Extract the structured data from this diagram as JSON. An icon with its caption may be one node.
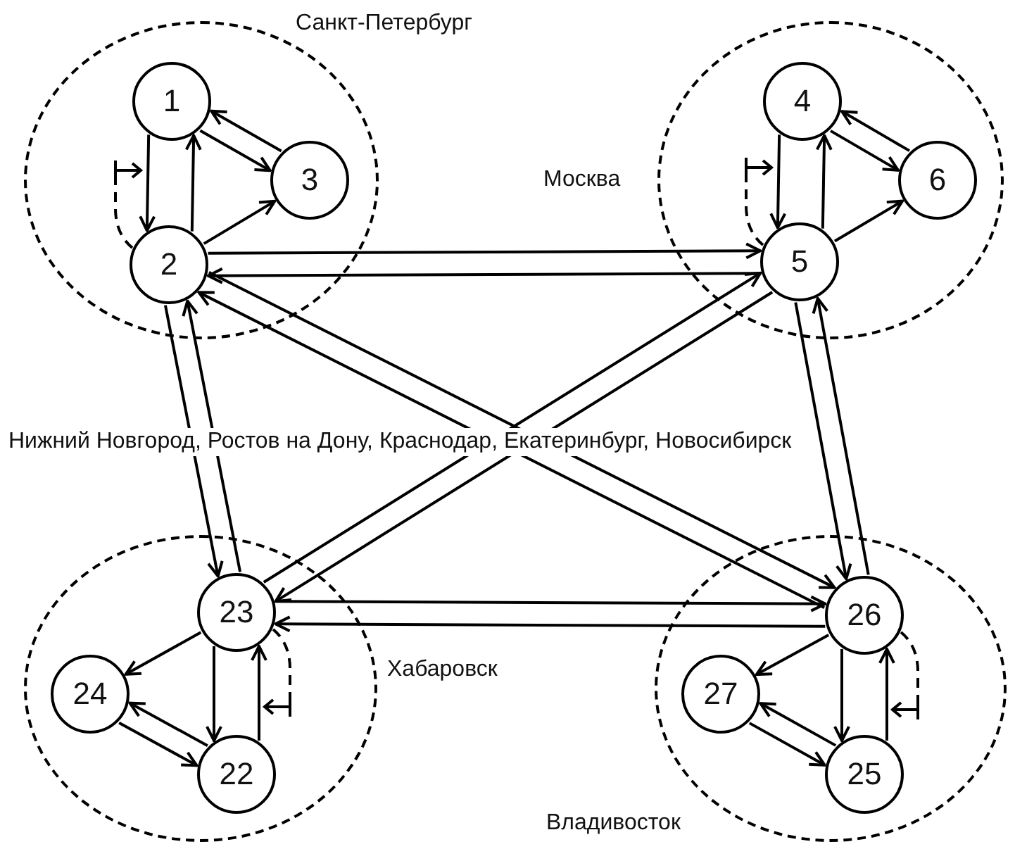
{
  "diagram": {
    "nodes": [
      {
        "text": [
          "Санкт-Петербург"
        ]
      },
      {
        "text": [
          "1"
        ],
        "in": 0
      },
      {
        "text": [
          "2"
        ],
        "in": 0
      },
      {
        "text": [
          "3"
        ],
        "in": 0
      },
      {
        "text": [
          "Москва"
        ]
      },
      {
        "text": [
          "4"
        ],
        "in": 4
      },
      {
        "text": [
          "5"
        ],
        "in": 4
      },
      {
        "text": [
          "6"
        ],
        "in": 4
      },
      {
        "text": [
          "Хабаровск"
        ]
      },
      {
        "text": [
          "23"
        ],
        "in": 8
      },
      {
        "text": [
          "24"
        ],
        "in": 8
      },
      {
        "text": [
          "22"
        ],
        "in": 8
      },
      {
        "text": [
          "Владивосток"
        ]
      },
      {
        "text": [
          "26"
        ],
        "in": 12
      },
      {
        "text": [
          "27"
        ],
        "in": 12
      },
      {
        "text": [
          "25"
        ],
        "in": 12
      }
    ],
    "edges": [
      {
        "from": 1,
        "to": 2,
        "arrow": "to"
      },
      {
        "from": 2,
        "to": 1,
        "arrow": "to"
      },
      {
        "from": 1,
        "to": 3,
        "arrow": "to"
      },
      {
        "from": 3,
        "to": 1,
        "arrow": "to"
      },
      {
        "from": 2,
        "to": 3,
        "arrow": "to"
      },
      {
        "from": 5,
        "to": 6,
        "arrow": "to"
      },
      {
        "from": 6,
        "to": 5,
        "arrow": "to"
      },
      {
        "from": 5,
        "to": 7,
        "arrow": "to"
      },
      {
        "from": 7,
        "to": 5,
        "arrow": "to"
      },
      {
        "from": 6,
        "to": 7,
        "arrow": "to"
      },
      {
        "from": 2,
        "to": 6,
        "arrow": "to"
      },
      {
        "from": 6,
        "to": 2,
        "arrow": "to"
      },
      {
        "from": 2,
        "to": 9,
        "arrow": "to"
      },
      {
        "from": 9,
        "to": 2,
        "arrow": "to"
      },
      {
        "from": 2,
        "to": 13,
        "arrow": "to"
      },
      {
        "from": 13,
        "to": 2,
        "arrow": "to"
      },
      {
        "from": 6,
        "to": 9,
        "arrow": "to"
      },
      {
        "from": 9,
        "to": 6,
        "arrow": "to"
      },
      {
        "from": 6,
        "to": 13,
        "arrow": "to"
      },
      {
        "from": 13,
        "to": 6,
        "arrow": "to"
      },
      {
        "from": 9,
        "to": 13,
        "arrow": "to"
      },
      {
        "from": 13,
        "to": 9,
        "arrow": "to"
      },
      {
        "from": 9,
        "to": 10,
        "arrow": "to"
      },
      {
        "from": 9,
        "to": 11,
        "arrow": "to"
      },
      {
        "from": 11,
        "to": 9,
        "arrow": "to"
      },
      {
        "from": 10,
        "to": 11,
        "arrow": "to"
      },
      {
        "from": 11,
        "to": 10,
        "arrow": "to"
      },
      {
        "from": 13,
        "to": 14,
        "arrow": "to"
      },
      {
        "from": 13,
        "to": 15,
        "arrow": "to"
      },
      {
        "from": 15,
        "to": 13,
        "arrow": "to"
      },
      {
        "from": 14,
        "to": 15,
        "arrow": "to"
      },
      {
        "from": 15,
        "to": 14,
        "arrow": "to"
      }
    ],
    "labels": [
      "Нижний Новгород, Ростов на Дону, Краснодар, Екатеринбург, Новосибирск"
    ]
  }
}
